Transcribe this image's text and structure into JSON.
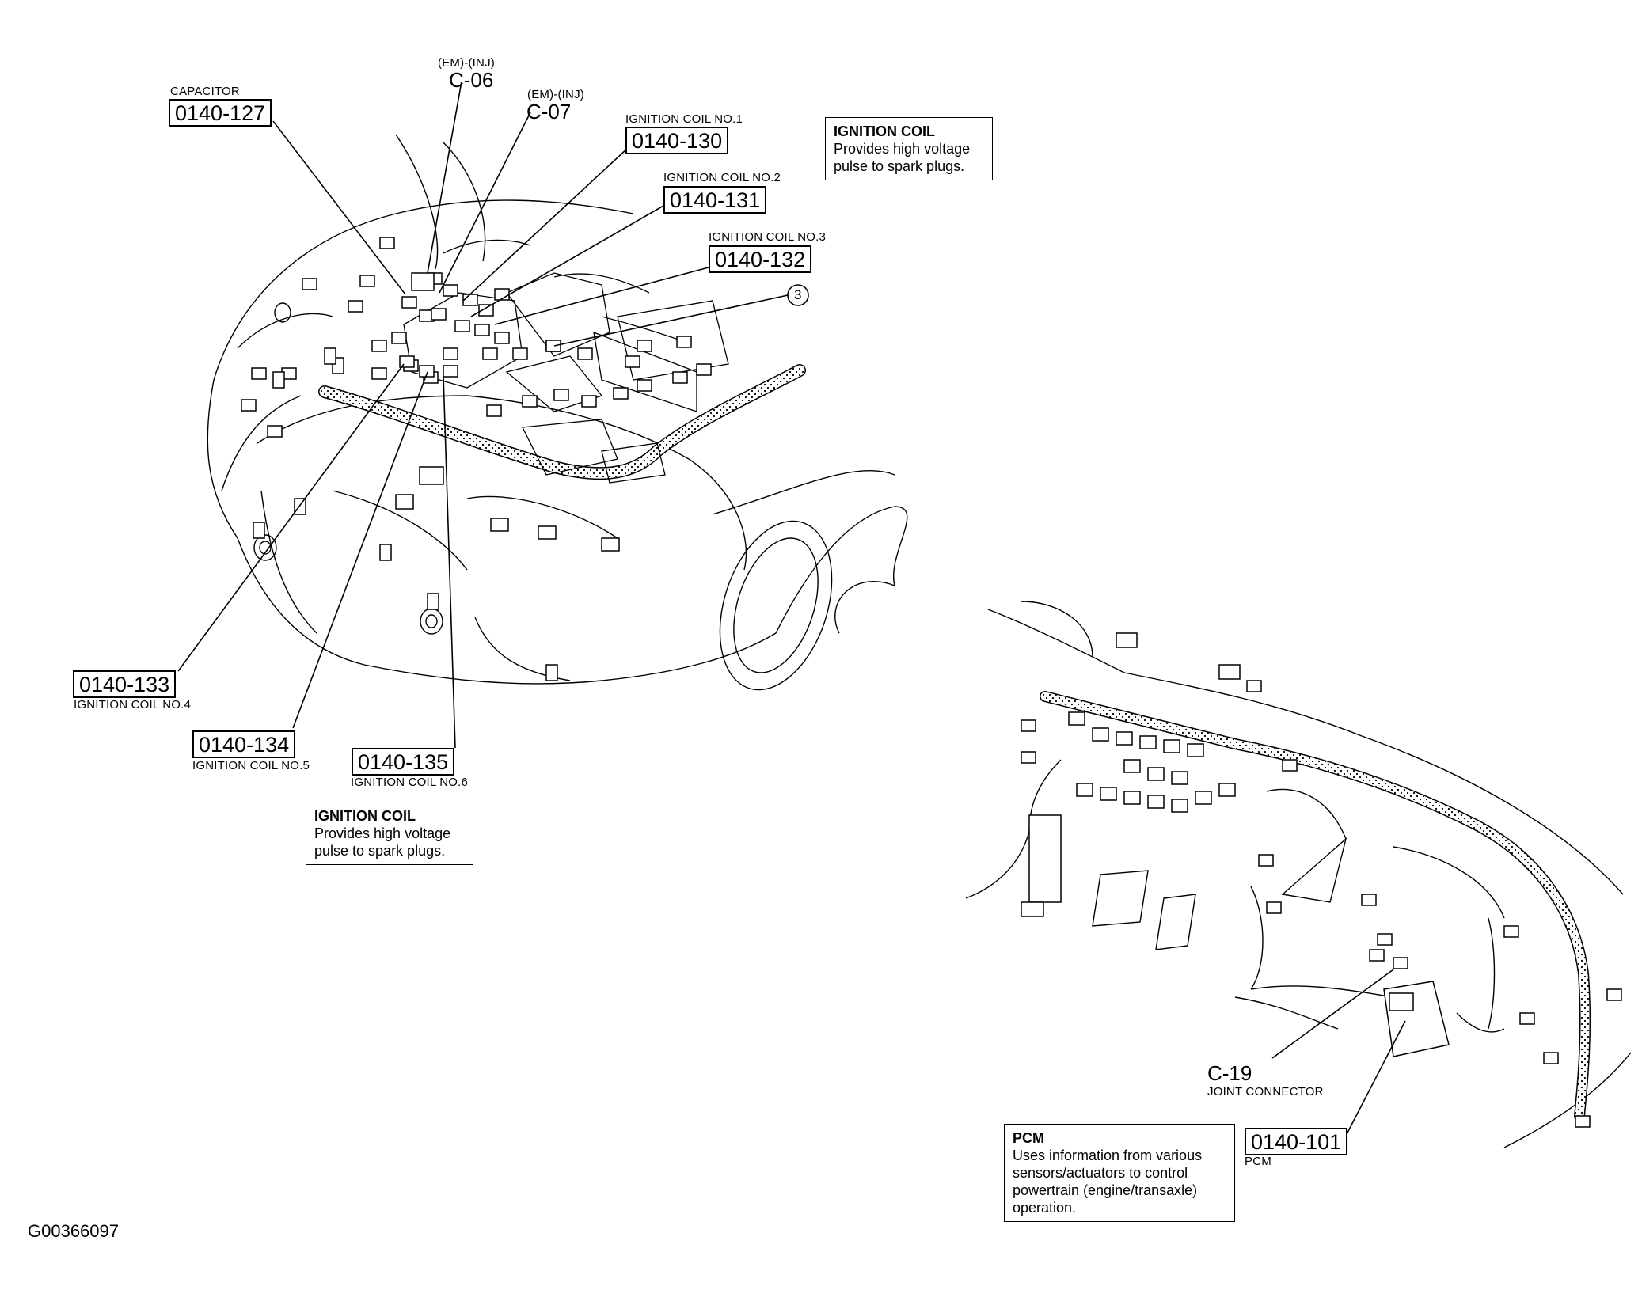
{
  "engine": {
    "em_labels": {
      "c06_prefix": "(EM)-(INJ)",
      "c06_id": "C-06",
      "c07_prefix": "(EM)-(INJ)",
      "c07_id": "C-07"
    },
    "callouts": [
      {
        "name": "capacitor",
        "caption": "CAPACITOR",
        "code": "0140-127"
      },
      {
        "name": "ignition-coil-1",
        "caption": "IGNITION COIL NO.1",
        "code": "0140-130"
      },
      {
        "name": "ignition-coil-2",
        "caption": "IGNITION COIL NO.2",
        "code": "0140-131"
      },
      {
        "name": "ignition-coil-3",
        "caption": "IGNITION COIL NO.3",
        "code": "0140-132"
      },
      {
        "name": "ignition-coil-4",
        "caption": "IGNITION COIL NO.4",
        "code": "0140-133"
      },
      {
        "name": "ignition-coil-5",
        "caption": "IGNITION COIL NO.5",
        "code": "0140-134"
      },
      {
        "name": "ignition-coil-6",
        "caption": "IGNITION COIL NO.6",
        "code": "0140-135"
      }
    ],
    "circle_ref": "3",
    "note_top": {
      "heading": "IGNITION COIL",
      "body": "Provides high voltage\npulse to spark plugs."
    },
    "note_bottom": {
      "heading": "IGNITION COIL",
      "body": "Provides high voltage\npulse to spark plugs."
    }
  },
  "dash": {
    "joint_id": "C-19",
    "joint_caption": "JOINT CONNECTOR",
    "pcm_code": "0140-101",
    "pcm_caption": "PCM",
    "note": {
      "heading": "PCM",
      "body": "Uses information from various\nsensors/actuators to control\npowertrain (engine/transaxle)\noperation."
    }
  },
  "figure_id": "G00366097"
}
